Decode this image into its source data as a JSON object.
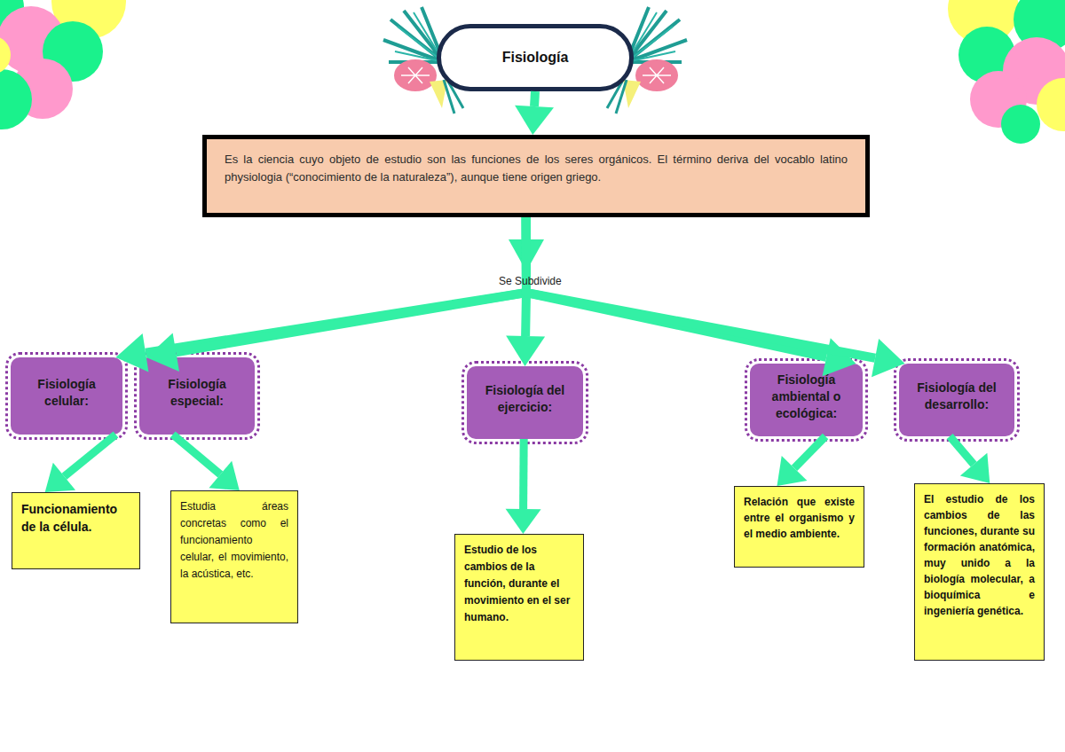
{
  "diagram": {
    "nodes": [
      {
        "text": [
          "Fisiología"
        ]
      },
      {
        "text": [
          "Es la ciencia cuyo objeto de estudio son las funciones de los seres orgánicos. El término deriva del vocablo latino physiologia (“conocimiento de la naturaleza”), aunque tiene origen griego."
        ]
      },
      {
        "text": [
          "Fisiología celular:"
        ]
      },
      {
        "text": [
          "Fisiología especial:"
        ]
      },
      {
        "text": [
          "Fisiología del ejercicio:"
        ]
      },
      {
        "text": [
          "Fisiología ambiental o ecológica:"
        ]
      },
      {
        "text": [
          "Fisiología del desarrollo:"
        ]
      },
      {
        "text": [
          "Funcionamiento de la célula."
        ]
      },
      {
        "text": [
          "Estudia áreas concretas como el funcionamiento celular, el movimiento, la acústica, etc."
        ]
      },
      {
        "text": [
          "Estudio de los cambios de la función, durante el movimiento en el ser humano."
        ]
      },
      {
        "text": [
          "Relación que existe entre el organismo y el medio ambiente."
        ]
      },
      {
        "text": [
          "El estudio de los cambios de las funciones, durante su formación anatómica, muy unido a la biología molecular, a bioquímica e ingeniería genética."
        ]
      }
    ],
    "edges": [
      {
        "from": 0,
        "to": 1,
        "arrow": "to"
      },
      {
        "from": 1,
        "to": 2,
        "arrow": "to"
      },
      {
        "from": 1,
        "to": 3,
        "arrow": "to"
      },
      {
        "from": 1,
        "to": 4,
        "arrow": "to"
      },
      {
        "from": 1,
        "to": 5,
        "arrow": "to"
      },
      {
        "from": 1,
        "to": 6,
        "arrow": "to"
      },
      {
        "from": 2,
        "to": 7,
        "arrow": "to"
      },
      {
        "from": 3,
        "to": 8,
        "arrow": "to"
      },
      {
        "from": 4,
        "to": 9,
        "arrow": "to"
      },
      {
        "from": 5,
        "to": 10,
        "arrow": "to"
      },
      {
        "from": 6,
        "to": 11,
        "arrow": "to"
      }
    ],
    "labels": [
      "Se Subdivide"
    ]
  }
}
